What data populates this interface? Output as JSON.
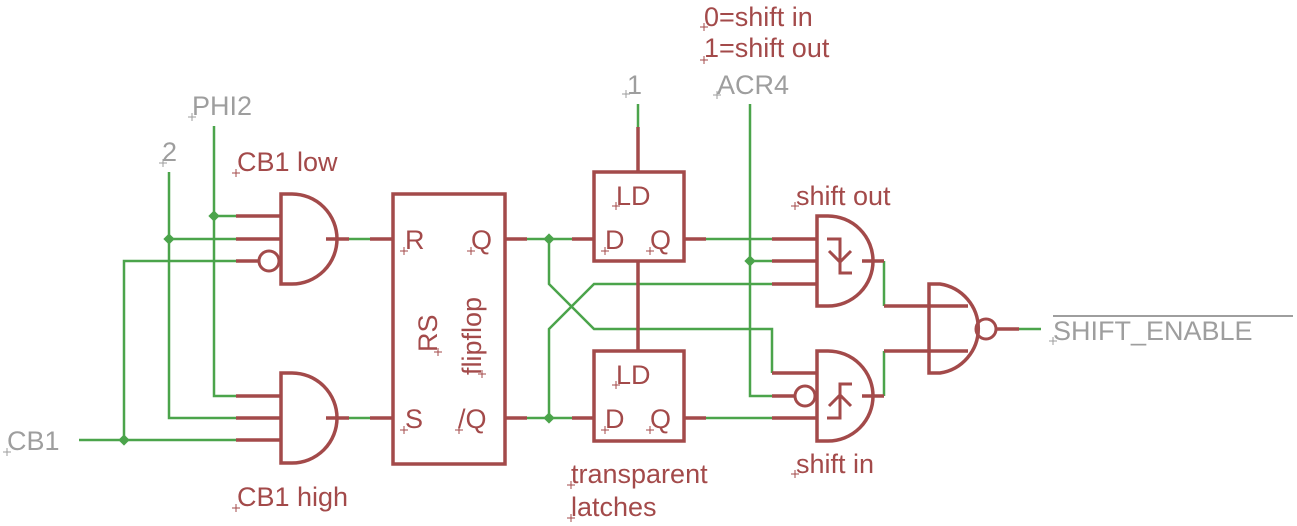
{
  "diagram": {
    "type": "logic-schematic",
    "colors": {
      "wire": "#4ba44b",
      "symbol": "#a34a4a",
      "net_label": "#9e9e9e",
      "background": "#ffffff"
    },
    "net_labels": {
      "phi2": "PHI2",
      "two": "2",
      "cb1": "CB1",
      "one": "1",
      "acr4": "ACR4",
      "shift_enable": "SHIFT_ENABLE"
    },
    "annotations": {
      "cb1_low": "CB1 low",
      "cb1_high": "CB1 high",
      "mode_0": "0=shift in",
      "mode_1": "1=shift out",
      "shift_out": "shift out",
      "shift_in": "shift in",
      "latches_line1": "transparent",
      "latches_line2": "latches"
    },
    "flipflop": {
      "name_1": "RS",
      "name_2": "flipflop",
      "pin_r": "R",
      "pin_s": "S",
      "pin_q": "Q",
      "pin_nq": "/Q"
    },
    "latch_top": {
      "pin_ld": "LD",
      "pin_d": "D",
      "pin_q": "Q"
    },
    "latch_bottom": {
      "pin_ld": "LD",
      "pin_d": "D",
      "pin_q": "Q"
    },
    "gates": [
      {
        "id": "and-cb1-low",
        "type": "AND",
        "inputs": [
          "PHI2",
          "2",
          "NOT CB1"
        ],
        "label": "CB1 low"
      },
      {
        "id": "and-cb1-high",
        "type": "AND",
        "inputs": [
          "PHI2",
          "2",
          "CB1"
        ],
        "label": "CB1 high"
      },
      {
        "id": "and-shift-out",
        "type": "AND (falling-edge)",
        "label": "shift out"
      },
      {
        "id": "and-shift-in",
        "type": "AND (rising-edge)",
        "label": "shift in"
      },
      {
        "id": "nand-output",
        "type": "NAND",
        "output": "SHIFT_ENABLE"
      }
    ]
  }
}
